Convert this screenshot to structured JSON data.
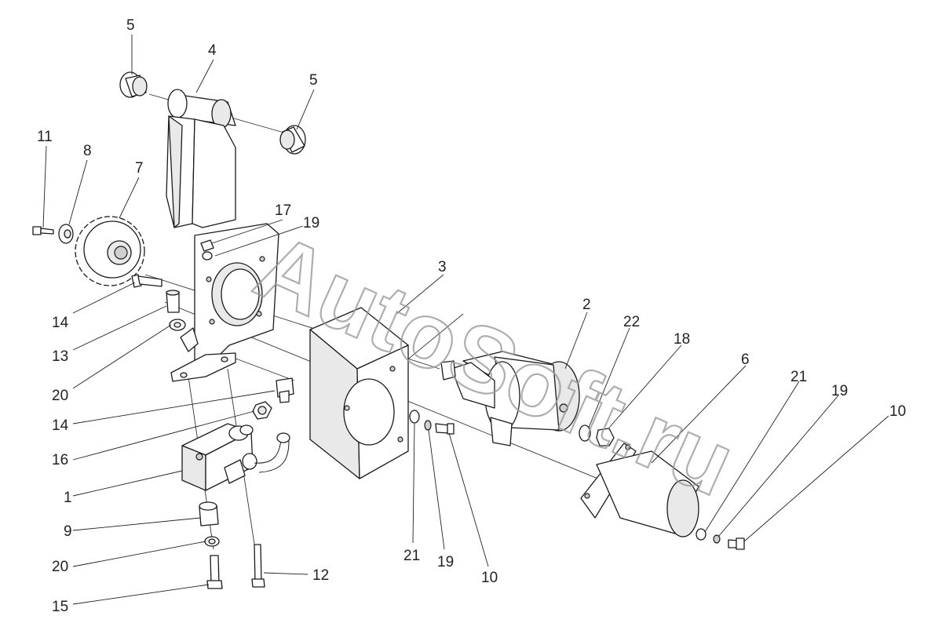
{
  "watermark": "AutoSoft.ru",
  "callouts": [
    {
      "id": "c-5a",
      "text": "5"
    },
    {
      "id": "c-4",
      "text": "4"
    },
    {
      "id": "c-5b",
      "text": "5"
    },
    {
      "id": "c-11",
      "text": "11"
    },
    {
      "id": "c-8",
      "text": "8"
    },
    {
      "id": "c-7",
      "text": "7"
    },
    {
      "id": "c-17",
      "text": "17"
    },
    {
      "id": "c-19a",
      "text": "19"
    },
    {
      "id": "c-3",
      "text": "3"
    },
    {
      "id": "c-2",
      "text": "2"
    },
    {
      "id": "c-22",
      "text": "22"
    },
    {
      "id": "c-18",
      "text": "18"
    },
    {
      "id": "c-6",
      "text": "6"
    },
    {
      "id": "c-21a",
      "text": "21"
    },
    {
      "id": "c-19b",
      "text": "19"
    },
    {
      "id": "c-10a",
      "text": "10"
    },
    {
      "id": "c-14a",
      "text": "14"
    },
    {
      "id": "c-13",
      "text": "13"
    },
    {
      "id": "c-20a",
      "text": "20"
    },
    {
      "id": "c-14b",
      "text": "14"
    },
    {
      "id": "c-16",
      "text": "16"
    },
    {
      "id": "c-1",
      "text": "1"
    },
    {
      "id": "c-9",
      "text": "9"
    },
    {
      "id": "c-20b",
      "text": "20"
    },
    {
      "id": "c-15",
      "text": "15"
    },
    {
      "id": "c-12",
      "text": "12"
    },
    {
      "id": "c-21b",
      "text": "21"
    },
    {
      "id": "c-19c",
      "text": "19"
    },
    {
      "id": "c-10b",
      "text": "10"
    }
  ]
}
